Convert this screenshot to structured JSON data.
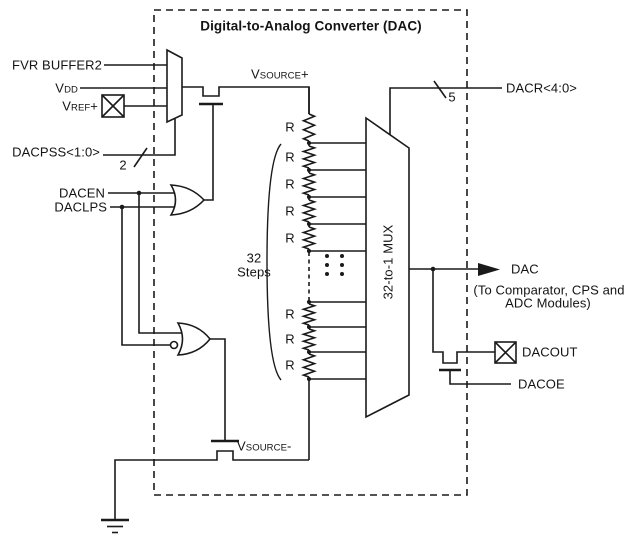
{
  "title": "Digital-to-Analog Converter (DAC)",
  "colors": {
    "line": "#1a1a1a",
    "background": "#ffffff"
  },
  "left_inputs": {
    "fvr_buffer2": "FVR BUFFER2",
    "vdd": {
      "main": "V",
      "sub": "DD",
      "suffix": ""
    },
    "vref_plus": {
      "main": "V",
      "sub": "REF",
      "suffix": "+"
    },
    "dacpss": "DACPSS<1:0>",
    "dacpss_bus_width": "2",
    "dacen": "DACEN",
    "daclps": "DACLPS"
  },
  "internal": {
    "vsource_plus": {
      "main": "V",
      "sub": "SOURCE",
      "suffix": "+"
    },
    "vsource_minus": {
      "main": "V",
      "sub": "SOURCE",
      "suffix": "-"
    },
    "resistor_label": "R",
    "steps_line1": "32",
    "steps_line2": "Steps",
    "mux_label": "32-to-1 MUX"
  },
  "right_signals": {
    "dacr": "DACR<4:0>",
    "dacr_bus_width": "5",
    "dac": "DAC",
    "dac_note_line1": "(To Comparator, CPS and",
    "dac_note_line2": "ADC Modules)",
    "dacout": "DACOUT",
    "dacoe": "DACOE"
  }
}
